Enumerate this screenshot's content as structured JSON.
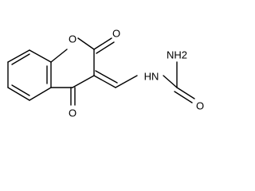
{
  "molecule": {
    "atom_labels": {
      "ring_oxygen": "O",
      "lactone_carbonyl_oxygen": "O",
      "ketone_oxygen": "O",
      "nh2": "NH2",
      "hn": "HN",
      "urea_carbonyl_oxygen": "O"
    }
  },
  "colors": {
    "bond": "#000000",
    "background": "#ffffff"
  }
}
